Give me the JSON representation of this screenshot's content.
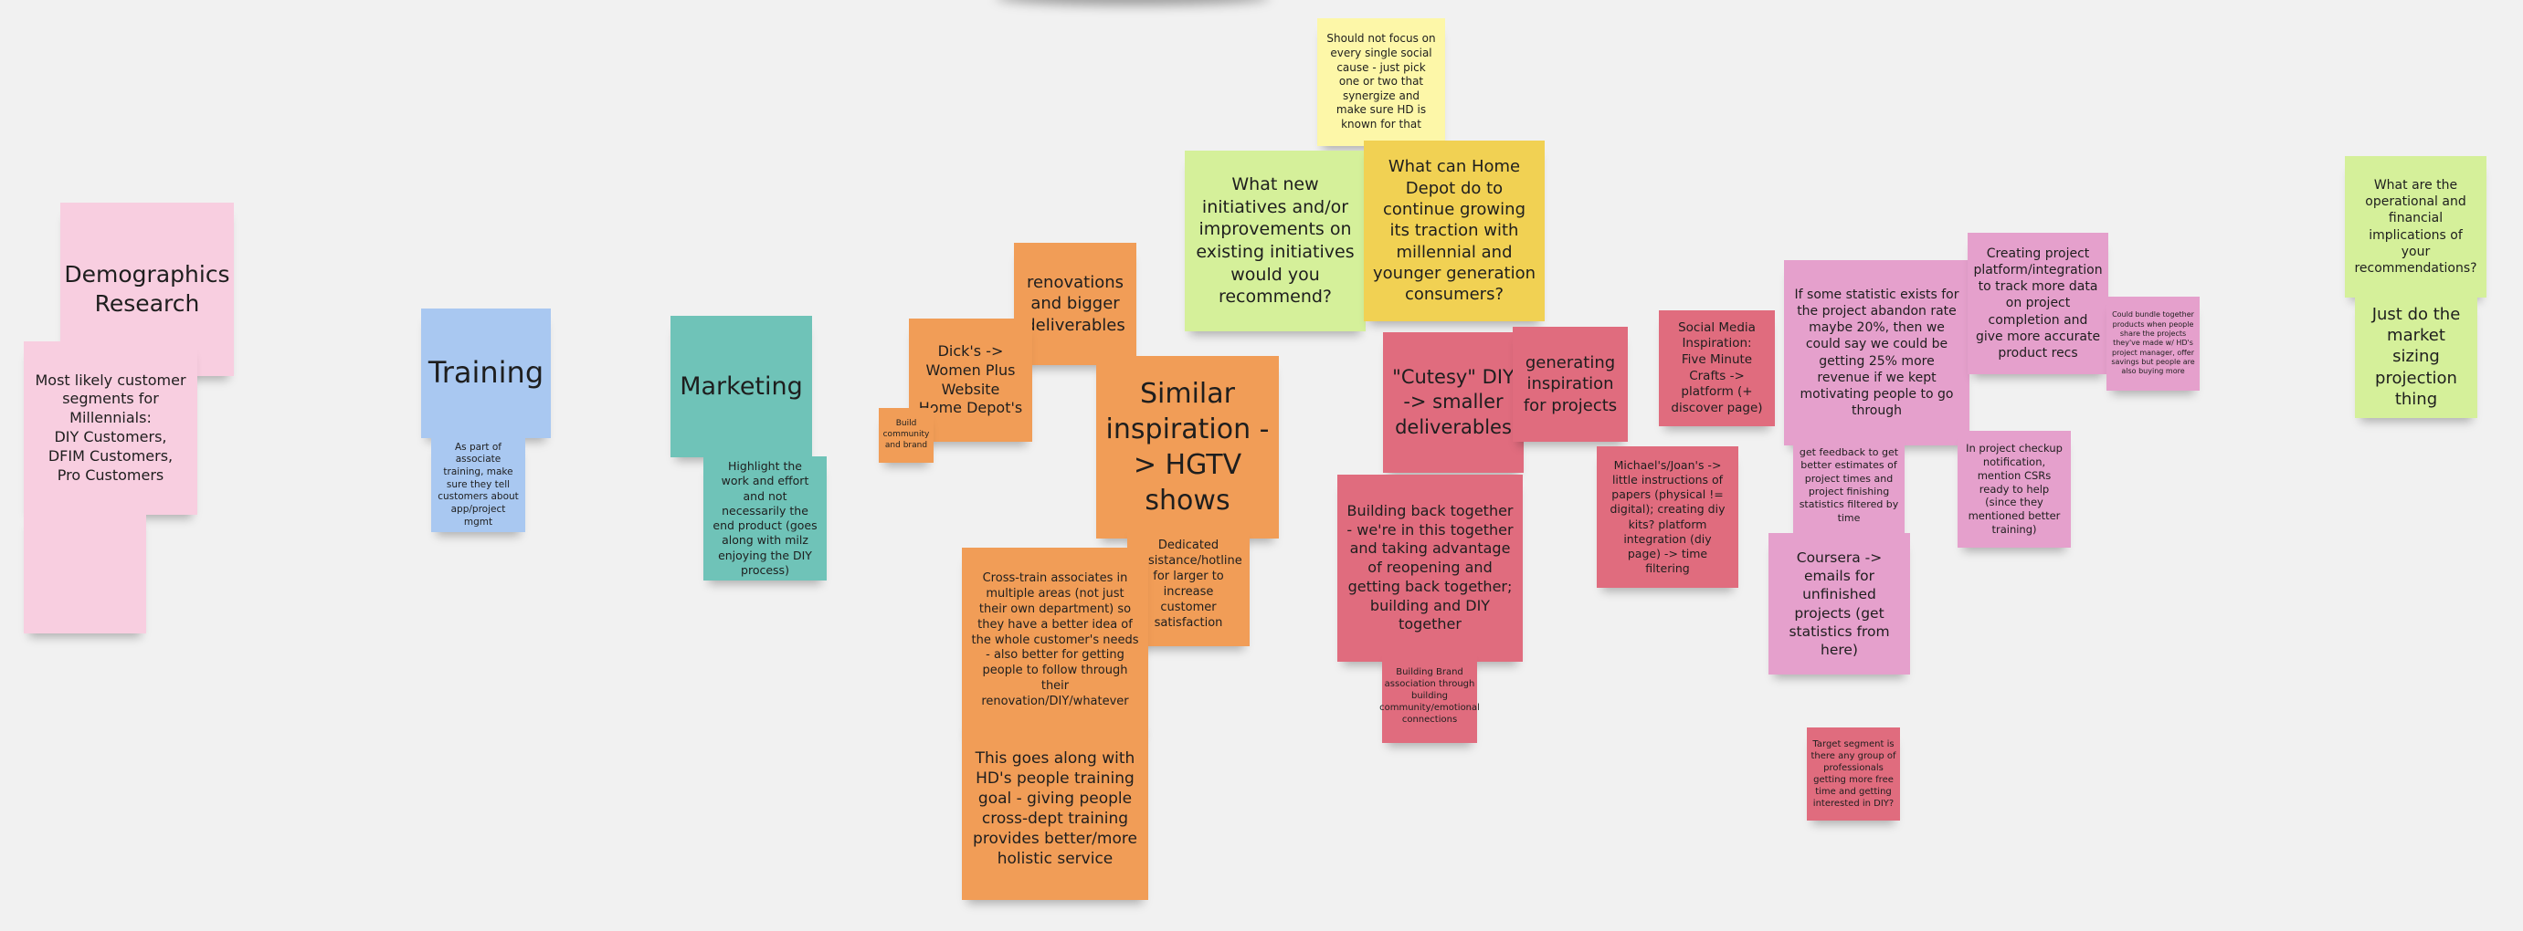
{
  "board": {
    "notes": [
      {
        "id": "demo-research",
        "text": "Demographics\nResearch",
        "color": "#f8cee0"
      },
      {
        "id": "segments",
        "text": "Most likely customer\nsegments for\nMillennials:\nDIY Customers,\nDFIM Customers,\nPro Customers",
        "color": "#f8cee0"
      },
      {
        "id": "pink-blank",
        "text": "",
        "color": "#f8cee0"
      },
      {
        "id": "training",
        "text": "Training",
        "color": "#a9c8f1"
      },
      {
        "id": "training-note",
        "text": "As part of associate training, make sure they tell customers about app/project mgmt",
        "color": "#a9c8f1"
      },
      {
        "id": "marketing",
        "text": "Marketing",
        "color": "#6fc3b8"
      },
      {
        "id": "marketing-note",
        "text": "Highlight the work and effort and not necessarily the end product (goes along with milz enjoying the DIY process)",
        "color": "#6fc3b8"
      },
      {
        "id": "renovations",
        "text": "renovations and bigger deliverables",
        "color": "#f19d57"
      },
      {
        "id": "dicks",
        "text": "Dick's -> Women Plus Website Home Depot's",
        "color": "#f19d57"
      },
      {
        "id": "build-community",
        "text": "Build community and brand",
        "color": "#f19d57"
      },
      {
        "id": "similar-hgtv",
        "text": "Similar inspiration -> HGTV shows",
        "color": "#f19d57"
      },
      {
        "id": "dedicated",
        "text": "Dedicated assistance/hotline for larger to increase customer satisfaction",
        "color": "#f19d57"
      },
      {
        "id": "cross-train",
        "text": "Cross-train associates in multiple areas (not just their own department) so they have a better idea of the whole customer's needs - also better for getting people to follow through their renovation/DIY/whatever",
        "color": "#f19d57"
      },
      {
        "id": "people-training",
        "text": "This goes along with HD's people training goal - giving people cross-dept training provides better/more holistic service",
        "color": "#f19d57"
      },
      {
        "id": "social-cause",
        "text": "Should not focus on every single social cause - just pick one or two that synergize and make sure HD is known for that",
        "color": "#fdf7a8"
      },
      {
        "id": "what-new",
        "text": "What new initiatives and/or improvements on existing initiatives would you recommend?",
        "color": "#d5f09a"
      },
      {
        "id": "what-can-hd",
        "text": "What can Home Depot do to continue growing its traction with millennial and younger generation consumers?",
        "color": "#f1d153"
      },
      {
        "id": "cutesy",
        "text": "\"Cutesy\" DIY -> smaller deliverables",
        "color": "#e06c7e"
      },
      {
        "id": "generating",
        "text": "generating inspiration for projects",
        "color": "#e06c7e"
      },
      {
        "id": "building-back",
        "text": "Building back together - we're in this together and taking advantage of reopening and getting back together; building and DIY together",
        "color": "#e06c7e"
      },
      {
        "id": "building-brand",
        "text": "Building Brand association through building community/emotional connections",
        "color": "#e06c7e"
      },
      {
        "id": "social-media",
        "text": "Social Media Inspiration: Five Minute Crafts -> platform (+ discover page)",
        "color": "#e06c7e"
      },
      {
        "id": "michaels",
        "text": "Michael's/Joan's -> little instructions of papers (physical != digital); creating diy kits? platform integration (diy page) -> time filtering",
        "color": "#e06c7e"
      },
      {
        "id": "target-segment",
        "text": "Target segment is there any group of professionals getting more free time and getting interested in DIY?",
        "color": "#e06c7e"
      },
      {
        "id": "statistic",
        "text": "If some statistic exists for the project abandon rate maybe 20%, then we could say we could be getting 25% more revenue if we kept motivating people to go through",
        "color": "#e5a0cc"
      },
      {
        "id": "get-feedback",
        "text": "get feedback to get better estimates of project times and project finishing statistics filtered by time",
        "color": "#e5a0cc"
      },
      {
        "id": "coursera",
        "text": "Coursera -> emails for unfinished projects (get statistics from here)",
        "color": "#e5a0cc"
      },
      {
        "id": "creating-platform",
        "text": "Creating project platform/integration to track more data on project completion and give more accurate product recs",
        "color": "#e5a0cc"
      },
      {
        "id": "bundle",
        "text": "Could bundle together products when people share the projects they've made w/ HD's project manager, offer savings but people are also buying more",
        "color": "#e5a0cc"
      },
      {
        "id": "checkup",
        "text": "In project checkup notification, mention CSRs ready to help (since they mentioned better training)",
        "color": "#e5a0cc"
      },
      {
        "id": "operational",
        "text": "What are the operational and financial implications of your recommendations?",
        "color": "#d5f09a"
      },
      {
        "id": "market-sizing",
        "text": "Just do the market sizing projection thing",
        "color": "#d5f09a"
      }
    ]
  }
}
